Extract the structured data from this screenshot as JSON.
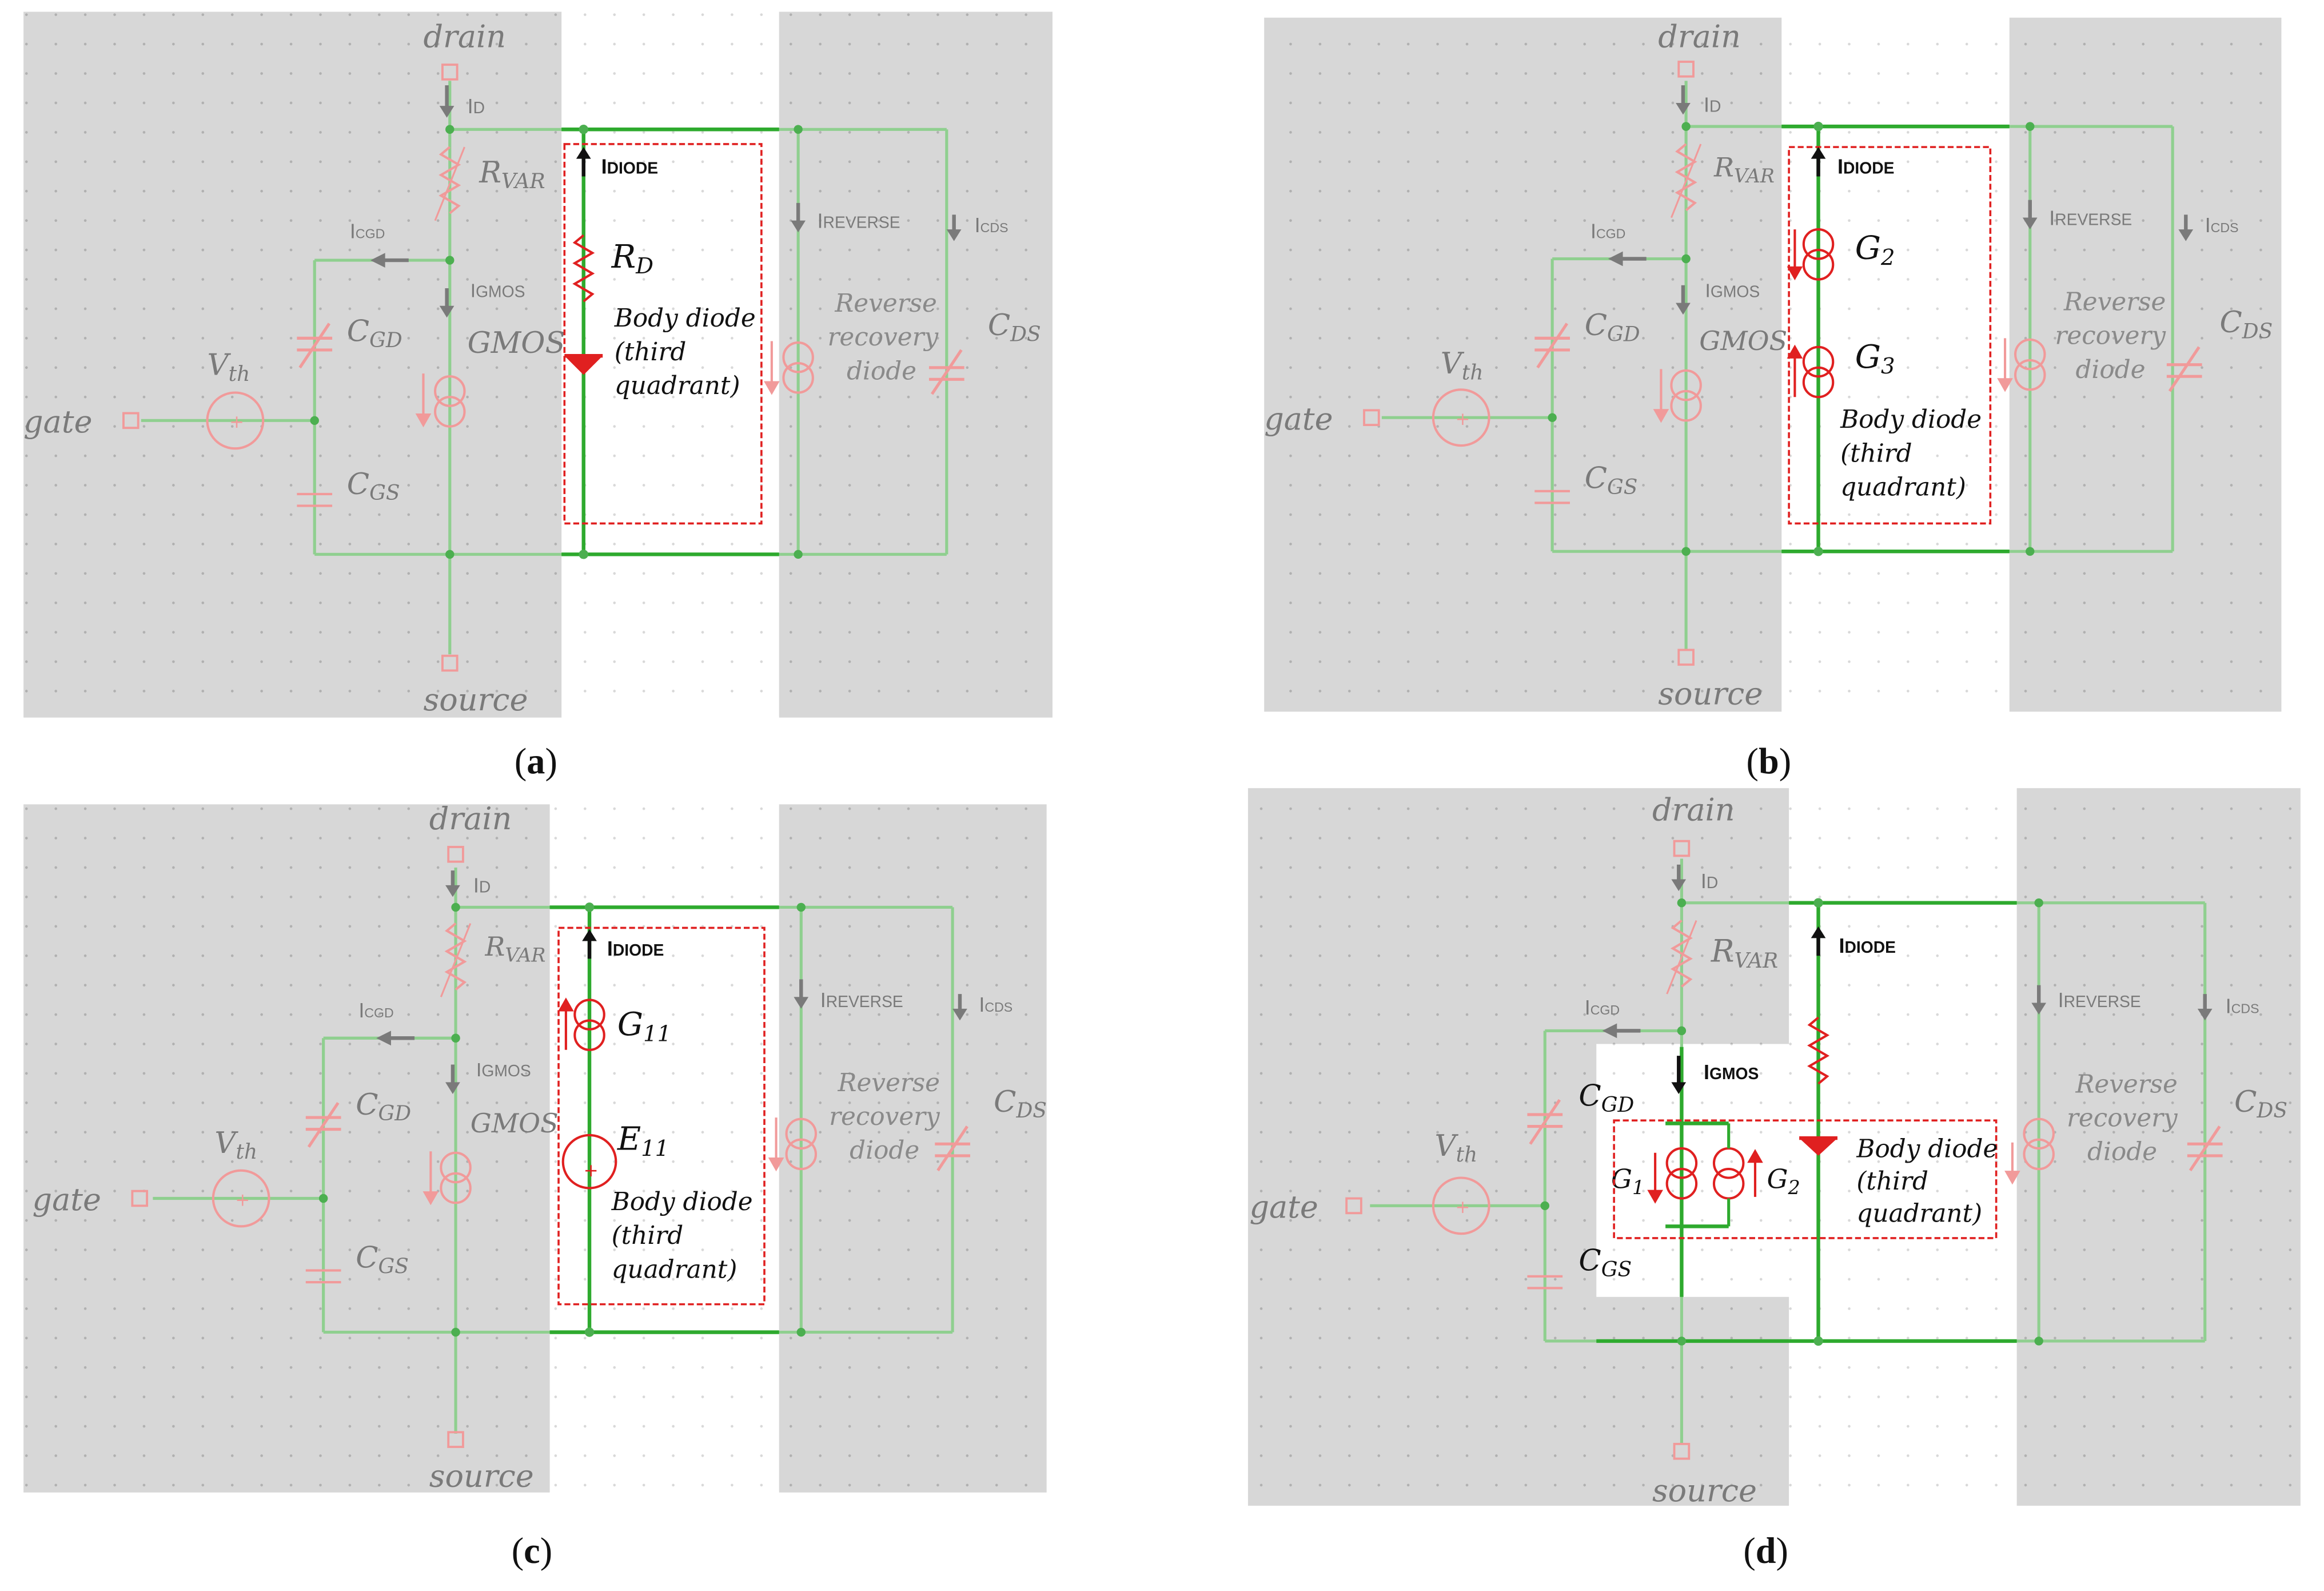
{
  "colors": {
    "shade": "#d7d7d7",
    "wire": "#4caf50",
    "wire_dim": "#8fcf8f",
    "red": "#e02020",
    "red_dim": "#f19a9a",
    "grey": "#7a7a7a"
  },
  "common": {
    "drain": "drain",
    "source": "source",
    "gate": "gate",
    "i_d": "I",
    "i_d_sub": "D",
    "r_var": "R",
    "r_var_sub": "VAR",
    "i_cgd": "I",
    "i_cgd_sub": "CGD",
    "i_gmos": "I",
    "i_gmos_sub": "GMOS",
    "c_gd": "C",
    "c_gd_sub": "GD",
    "c_gs": "C",
    "c_gs_sub": "GS",
    "v_th": "V",
    "v_th_sub": "th",
    "gmos": "GMOS",
    "i_diode": "I",
    "i_diode_sub": "DIODE",
    "i_reverse": "I",
    "i_reverse_sub": "REVERSE",
    "i_cds": "I",
    "i_cds_sub": "CDS",
    "c_ds": "C",
    "c_ds_sub": "DS",
    "rr_line1": "Reverse",
    "rr_line2": "recovery",
    "rr_line3": "diode"
  },
  "panel_a": {
    "caption_open": "(",
    "caption_letter": "a",
    "caption_close": ")",
    "r_d": "R",
    "r_d_sub": "D",
    "bd_line1": "Body diode",
    "bd_line2": "(third",
    "bd_line3": "quadrant)"
  },
  "panel_b": {
    "caption_open": "(",
    "caption_letter": "b",
    "caption_close": ")",
    "g2": "G",
    "g2_sub": "2",
    "g3": "G",
    "g3_sub": "3",
    "bd_line1": "Body diode",
    "bd_line2": "(third",
    "bd_line3": "quadrant)"
  },
  "panel_c": {
    "caption_open": "(",
    "caption_letter": "c",
    "caption_close": ")",
    "g11": "G",
    "g11_sub": "11",
    "e11": "E",
    "e11_sub": "11",
    "bd_line1": "Body diode",
    "bd_line2": "(third",
    "bd_line3": "quadrant)"
  },
  "panel_d": {
    "caption_open": "(",
    "caption_letter": "d",
    "caption_close": ")",
    "g1": "G",
    "g1_sub": "1",
    "g2": "G",
    "g2_sub": "2",
    "bd_line1": "Body diode",
    "bd_line2": "(third",
    "bd_line3": "quadrant)"
  }
}
